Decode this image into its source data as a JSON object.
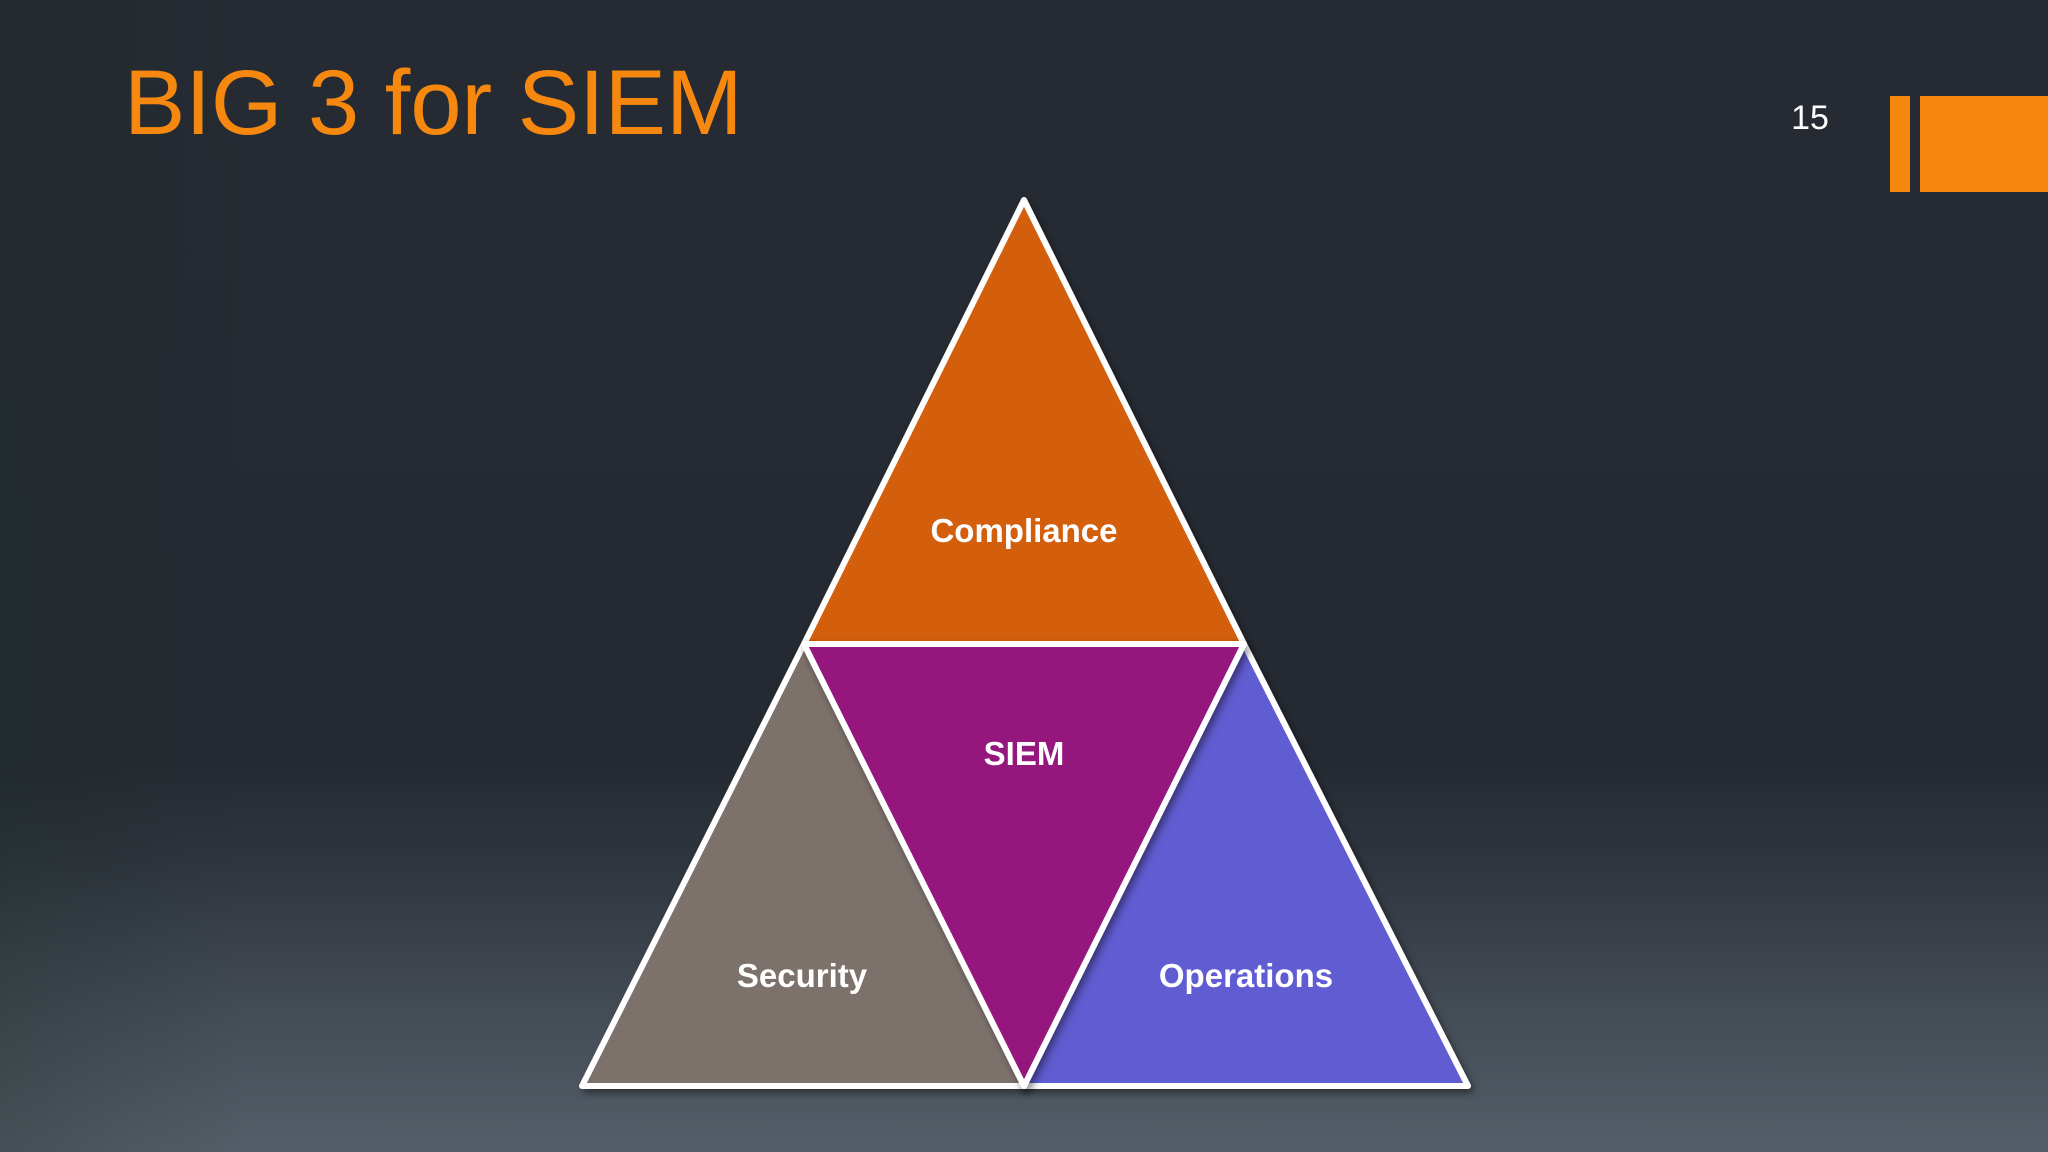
{
  "slide": {
    "title": "BIG 3 for SIEM",
    "number": "15",
    "accent_color": "#f7880f"
  },
  "diagram": {
    "type": "triangle-of-triangles",
    "segments": [
      {
        "id": "top",
        "label": "Compliance",
        "color": "#d35e0b"
      },
      {
        "id": "center",
        "label": "SIEM",
        "color": "#95127c"
      },
      {
        "id": "left",
        "label": "Security",
        "color": "#7d716c"
      },
      {
        "id": "right",
        "label": "Operations",
        "color": "#615bd1"
      }
    ],
    "outline_color": "#ffffff"
  }
}
